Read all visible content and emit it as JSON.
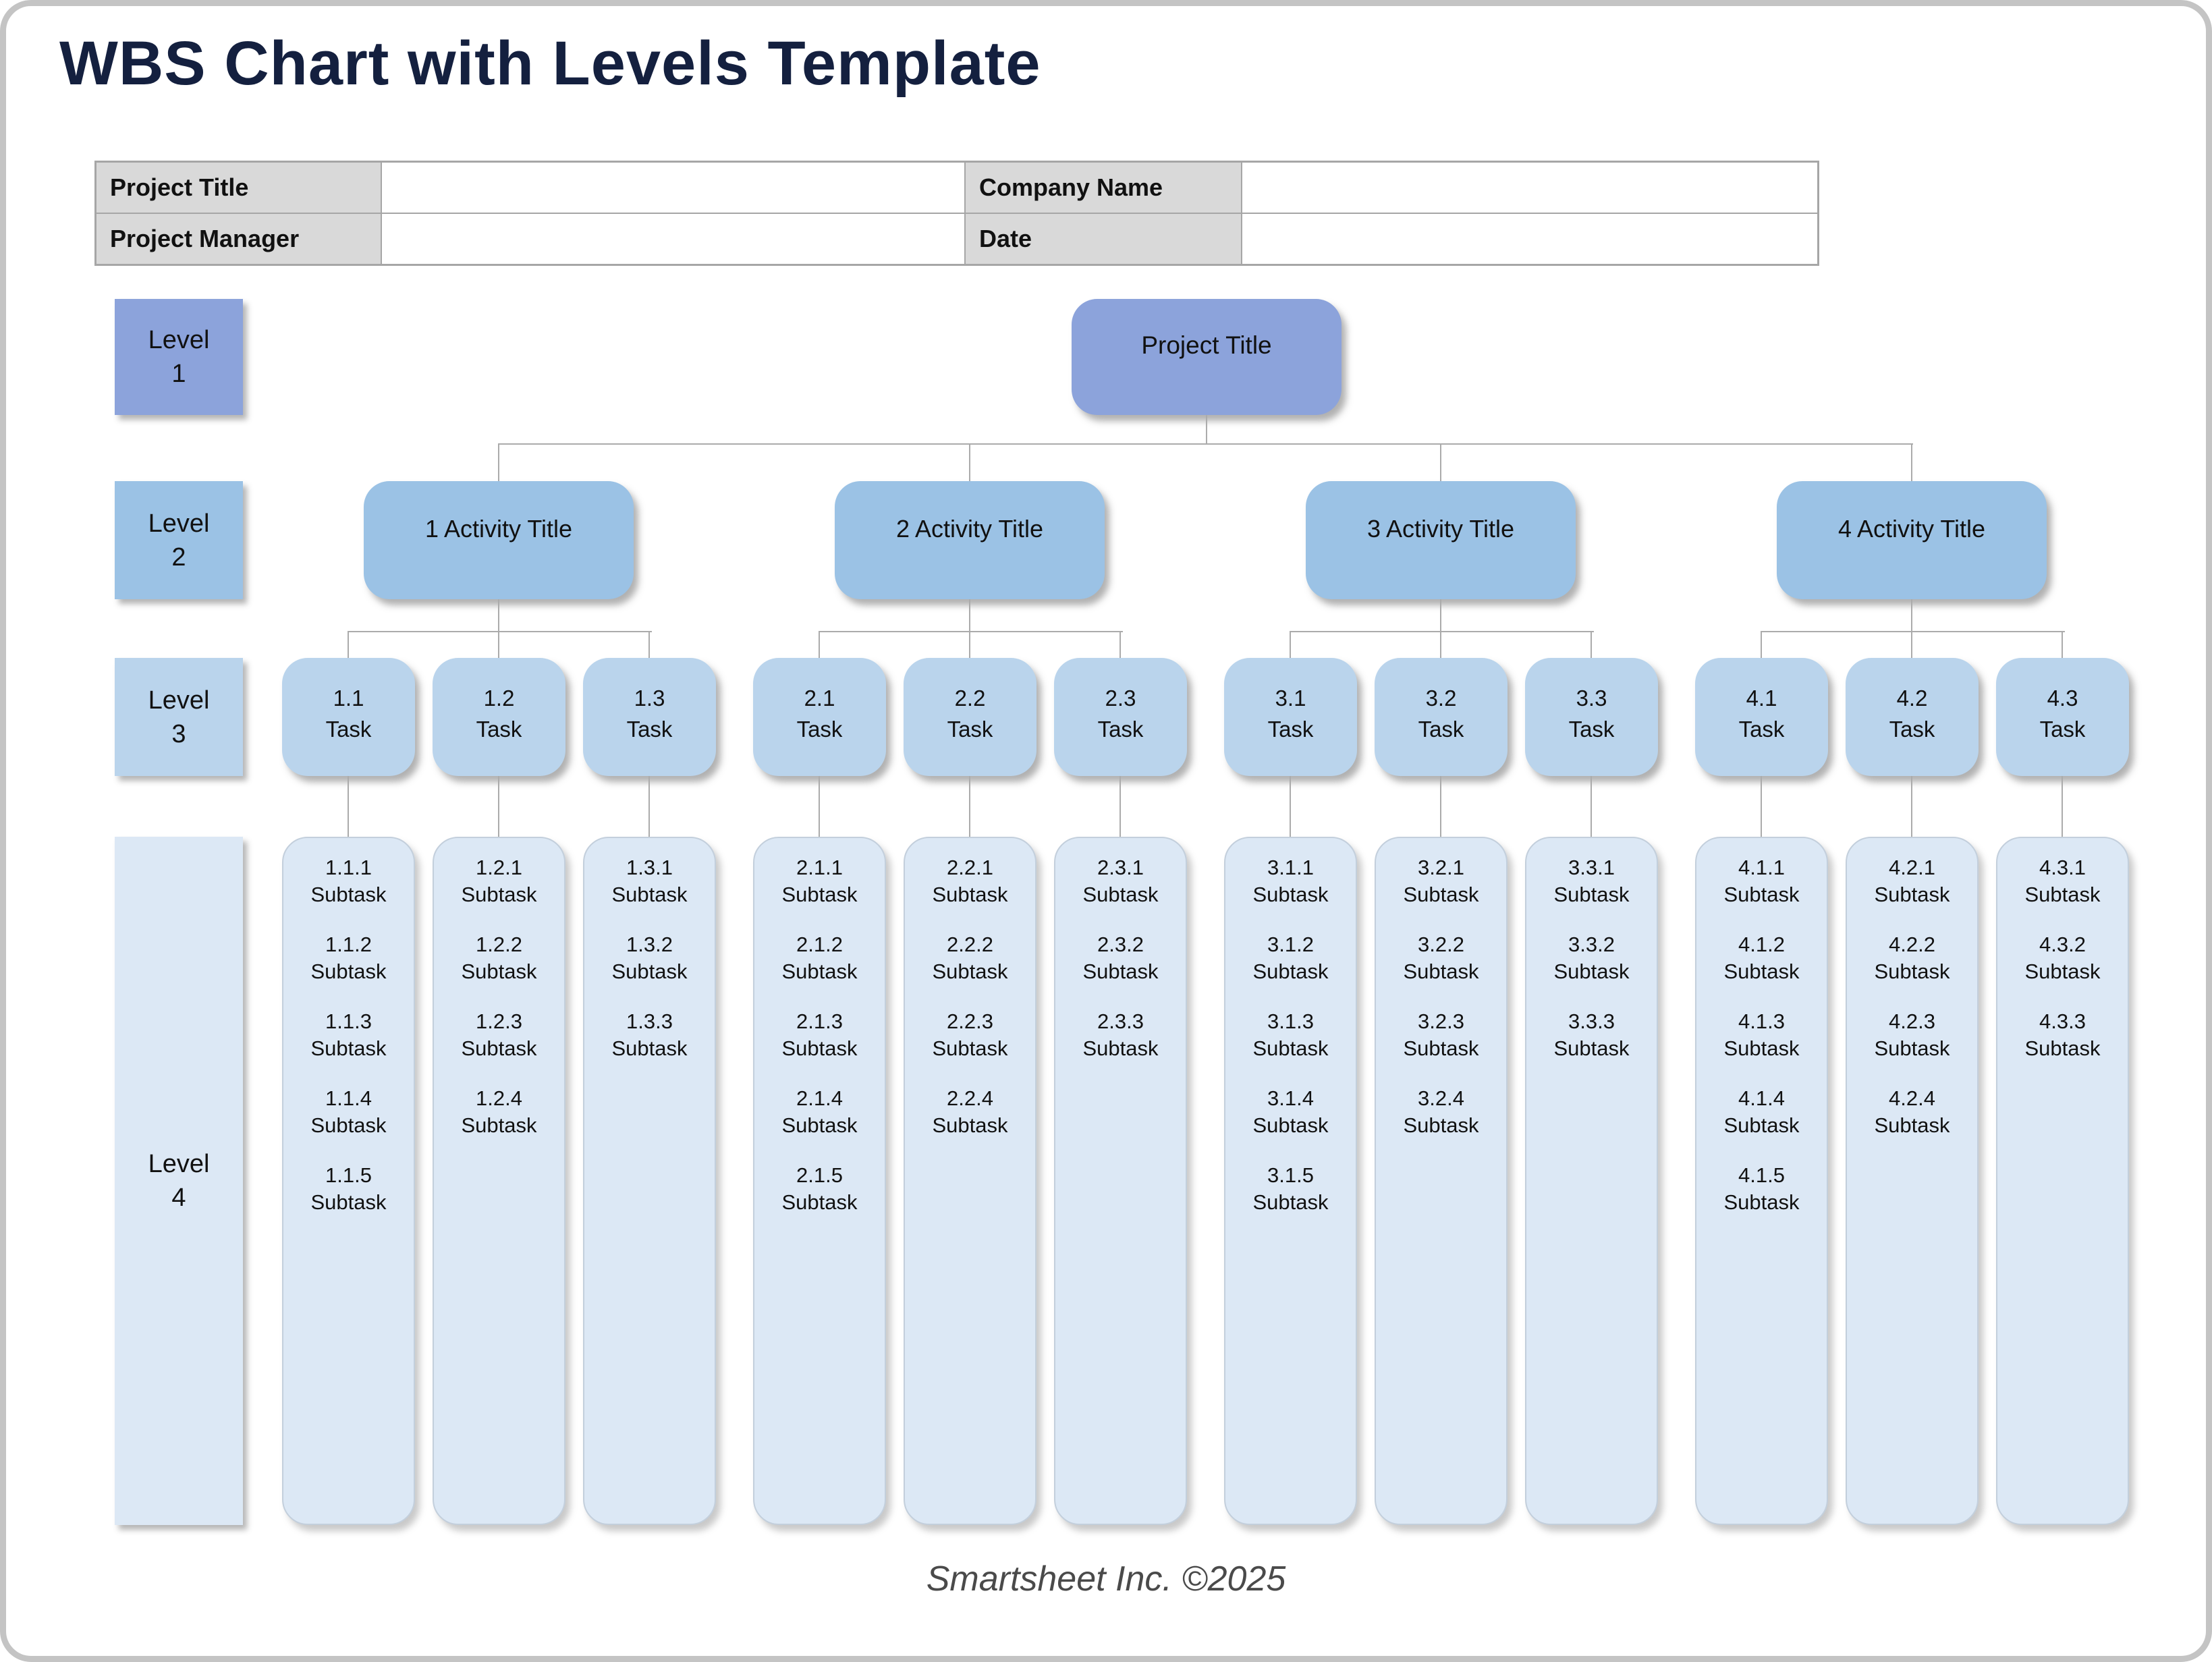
{
  "page": {
    "title": "WBS Chart with Levels Template",
    "footer": "Smartsheet Inc. ©2025"
  },
  "info_table": {
    "rows": [
      {
        "cells": [
          {
            "label": "Project Title",
            "value": ""
          },
          {
            "label": "Company Name",
            "value": ""
          }
        ]
      },
      {
        "cells": [
          {
            "label": "Project Manager",
            "value": ""
          },
          {
            "label": "Date",
            "value": ""
          }
        ]
      }
    ]
  },
  "levels": [
    {
      "word": "Level",
      "num": "1"
    },
    {
      "word": "Level",
      "num": "2"
    },
    {
      "word": "Level",
      "num": "3"
    },
    {
      "word": "Level",
      "num": "4"
    }
  ],
  "chart": {
    "root_label": "Project Title",
    "task_word": "Task",
    "subtask_word": "Subtask",
    "activities": [
      {
        "label": "1 Activity Title",
        "tasks": [
          {
            "id": "1.1",
            "subtasks": [
              "1.1.1",
              "1.1.2",
              "1.1.3",
              "1.1.4",
              "1.1.5"
            ]
          },
          {
            "id": "1.2",
            "subtasks": [
              "1.2.1",
              "1.2.2",
              "1.2.3",
              "1.2.4"
            ]
          },
          {
            "id": "1.3",
            "subtasks": [
              "1.3.1",
              "1.3.2",
              "1.3.3"
            ]
          }
        ]
      },
      {
        "label": "2 Activity Title",
        "tasks": [
          {
            "id": "2.1",
            "subtasks": [
              "2.1.1",
              "2.1.2",
              "2.1.3",
              "2.1.4",
              "2.1.5"
            ]
          },
          {
            "id": "2.2",
            "subtasks": [
              "2.2.1",
              "2.2.2",
              "2.2.3",
              "2.2.4"
            ]
          },
          {
            "id": "2.3",
            "subtasks": [
              "2.3.1",
              "2.3.2",
              "2.3.3"
            ]
          }
        ]
      },
      {
        "label": "3 Activity Title",
        "tasks": [
          {
            "id": "3.1",
            "subtasks": [
              "3.1.1",
              "3.1.2",
              "3.1.3",
              "3.1.4",
              "3.1.5"
            ]
          },
          {
            "id": "3.2",
            "subtasks": [
              "3.2.1",
              "3.2.2",
              "3.2.3",
              "3.2.4"
            ]
          },
          {
            "id": "3.3",
            "subtasks": [
              "3.3.1",
              "3.3.2",
              "3.3.3"
            ]
          }
        ]
      },
      {
        "label": "4 Activity Title",
        "tasks": [
          {
            "id": "4.1",
            "subtasks": [
              "4.1.1",
              "4.1.2",
              "4.1.3",
              "4.1.4",
              "4.1.5"
            ]
          },
          {
            "id": "4.2",
            "subtasks": [
              "4.2.1",
              "4.2.2",
              "4.2.3",
              "4.2.4"
            ]
          },
          {
            "id": "4.3",
            "subtasks": [
              "4.3.1",
              "4.3.2",
              "4.3.3"
            ]
          }
        ]
      }
    ]
  },
  "colors": {
    "title_text": "#14203F",
    "level1_box": "#8CA3DB",
    "level2_box": "#9BC2E5",
    "level3_box": "#BAD4EC",
    "level4_box": "#DCE8F5",
    "table_label_bg": "#D9D9D9",
    "connector": "#ABABAB",
    "footer_text": "#4A4A4A",
    "page_border": "#C4C4C4"
  }
}
